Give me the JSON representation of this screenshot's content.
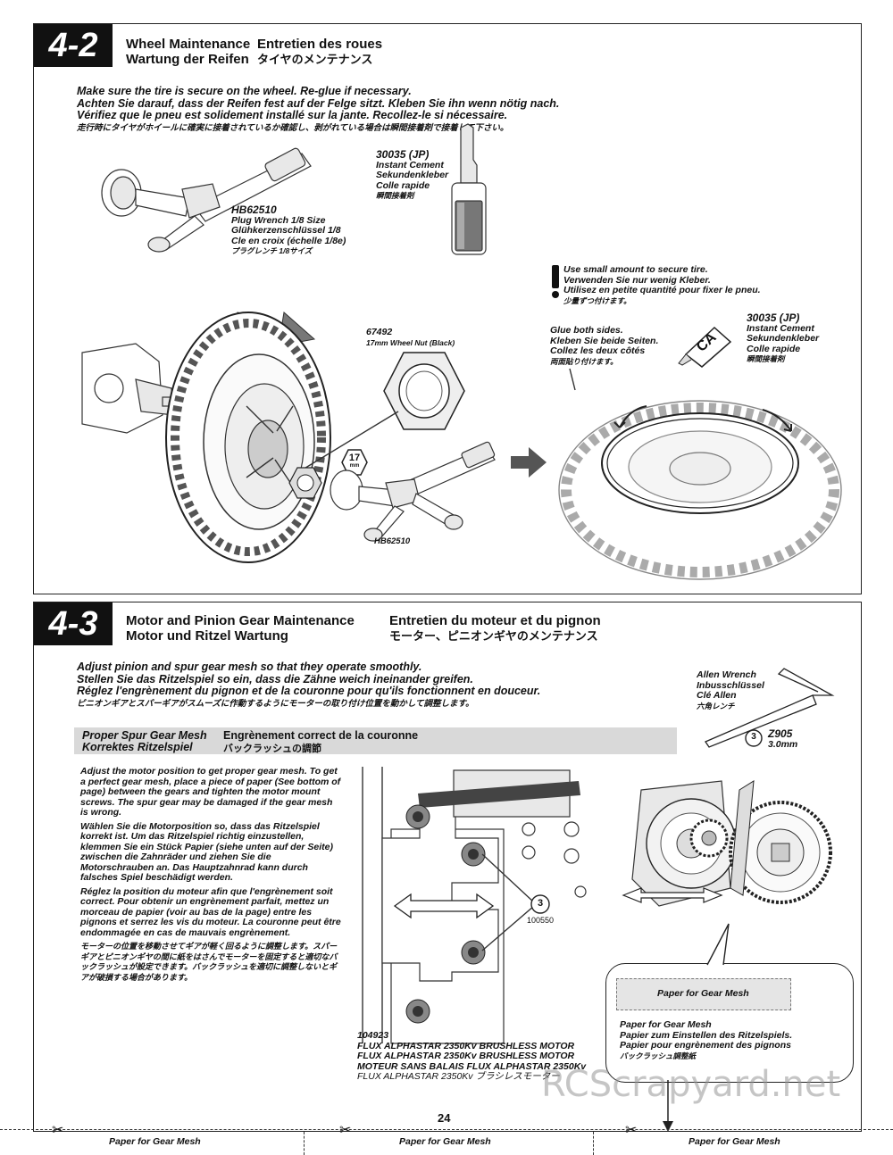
{
  "section1": {
    "number": "4-2",
    "title_en": "Wheel Maintenance",
    "title_fr": "Entretien des roues",
    "title_de": "Wartung der Reifen",
    "title_jp": "タイヤのメンテナンス",
    "instructions": [
      "Make sure the tire is secure on the wheel. Re-glue if necessary.",
      "Achten Sie darauf, dass der Reifen fest auf der Felge sitzt. Kleben Sie ihn wenn nötig nach.",
      "Vérifiez que le pneu est solidement installé sur la jante. Recollez-le si nécessaire.",
      "走行時にタイヤがホイールに確実に接着されているか確認し、剥がれている場合は瞬間接着剤で接着して下さい。"
    ],
    "cement1": {
      "code": "30035 (JP)",
      "lines": [
        "Instant Cement",
        "Sekundenkleber",
        "Colle rapide",
        "瞬間接着剤"
      ]
    },
    "wrench1": {
      "code": "HB62510",
      "lines": [
        "Plug Wrench 1/8 Size",
        "Glühkerzenschlüssel 1/8",
        "Cle en croix (échelle 1/8e)",
        "プラグレンチ 1/8サイズ"
      ]
    },
    "caution": {
      "icon": "exclamation-icon",
      "lines": [
        "Use small amount to secure tire.",
        "Verwenden Sie nur wenig Kleber.",
        "Utilisez en petite quantité pour fixer le pneu.",
        "少量ずつ付けます。"
      ]
    },
    "nut": {
      "code": "67492",
      "label": "17mm Wheel Nut (Black)"
    },
    "nut_size": "17",
    "nut_size_unit": "mm",
    "wrench2_code": "HB62510",
    "glue_both": [
      "Glue both sides.",
      "Kleben Sie beide Seiten.",
      "Collez les deux côtés",
      "両面貼り付けます。"
    ],
    "cement2": {
      "code": "30035 (JP)",
      "lines": [
        "Instant Cement",
        "Sekundenkleber",
        "Colle rapide",
        "瞬間接着剤"
      ]
    },
    "ca_label": "CA"
  },
  "section2": {
    "number": "4-3",
    "title_en": "Motor and Pinion Gear Maintenance",
    "title_fr": "Entretien du moteur et du pignon",
    "title_de": "Motor und Ritzel Wartung",
    "title_jp": "モーター、ピニオンギヤのメンテナンス",
    "instructions": [
      "Adjust pinion and spur gear mesh so that they operate smoothly.",
      "Stellen Sie das Ritzelspiel so ein, dass die Zähne weich ineinander greifen.",
      "Réglez l'engrènement du pignon et de la couronne pour qu'ils fonctionnent en douceur.",
      "ピニオンギアとスパーギアがスムーズに作動するようにモーターの取り付け位置を動かして調整します。"
    ],
    "allen": {
      "lines": [
        "Allen Wrench",
        "Inbusschlüssel",
        "Clé Allen",
        "六角レンチ"
      ],
      "code": "Z905",
      "size": "3.0mm",
      "badge": "3"
    },
    "bar": {
      "en": "Proper Spur Gear Mesh",
      "fr": "Engrènement correct de la couronne",
      "de": "Korrektes Ritzelspiel",
      "jp": "バックラッシュの調節"
    },
    "body_en": "Adjust the motor position to get proper gear mesh. To get a perfect gear mesh, place a piece of paper (See bottom of page) between the gears and tighten the motor mount screws. The spur gear may be damaged if the gear mesh is wrong.",
    "body_de": "Wählen Sie die Motorposition so, dass das Ritzelspiel korrekt ist. Um das Ritzelspiel richtig einzustellen, klemmen Sie ein Stück Papier (siehe unten auf der Seite) zwischen die Zahnräder und ziehen Sie die Motorschrauben an. Das Hauptzahnrad kann durch falsches Spiel beschädigt werden.",
    "body_fr": "Réglez la position du moteur afin que l'engrènement soit correct. Pour obtenir un engrènement parfait, mettez un morceau de papier (voir au bas de la page) entre les pignons et serrez les vis du moteur. La couronne peut être endommagée en cas de mauvais engrènement.",
    "body_jp": "モーターの位置を移動させてギアが軽く回るように調整します。スパーギアとピニオンギヤの間に紙をはさんでモーターを固定すると適切なバックラッシュが設定できます。バックラッシュを適切に調整しないとギアが破損する場合があります。",
    "screw_badge": "3",
    "screw_code": "100550",
    "motor": {
      "code": "104923",
      "lines": [
        "FLUX ALPHASTAR 2350Kv BRUSHLESS MOTOR",
        "FLUX ALPHASTAR 2350Kv BRUSHLESS MOTOR",
        "MOTEUR SANS BALAIS FLUX ALPHASTAR 2350Kv",
        "FLUX ALPHASTAR 2350Kv ブラシレスモーター"
      ]
    },
    "paper_box": "Paper for Gear Mesh",
    "paper_caption": [
      "Paper for Gear Mesh",
      "Papier zum Einstellen des Ritzelspiels.",
      "Papier pour engrènement des pignons",
      "バックラッシュ調整紙"
    ]
  },
  "footer": {
    "page_number": "24",
    "cut_labels": [
      "Paper for Gear Mesh",
      "Paper for Gear Mesh",
      "Paper for Gear Mesh"
    ],
    "watermark": "RCScrapyard.net"
  }
}
